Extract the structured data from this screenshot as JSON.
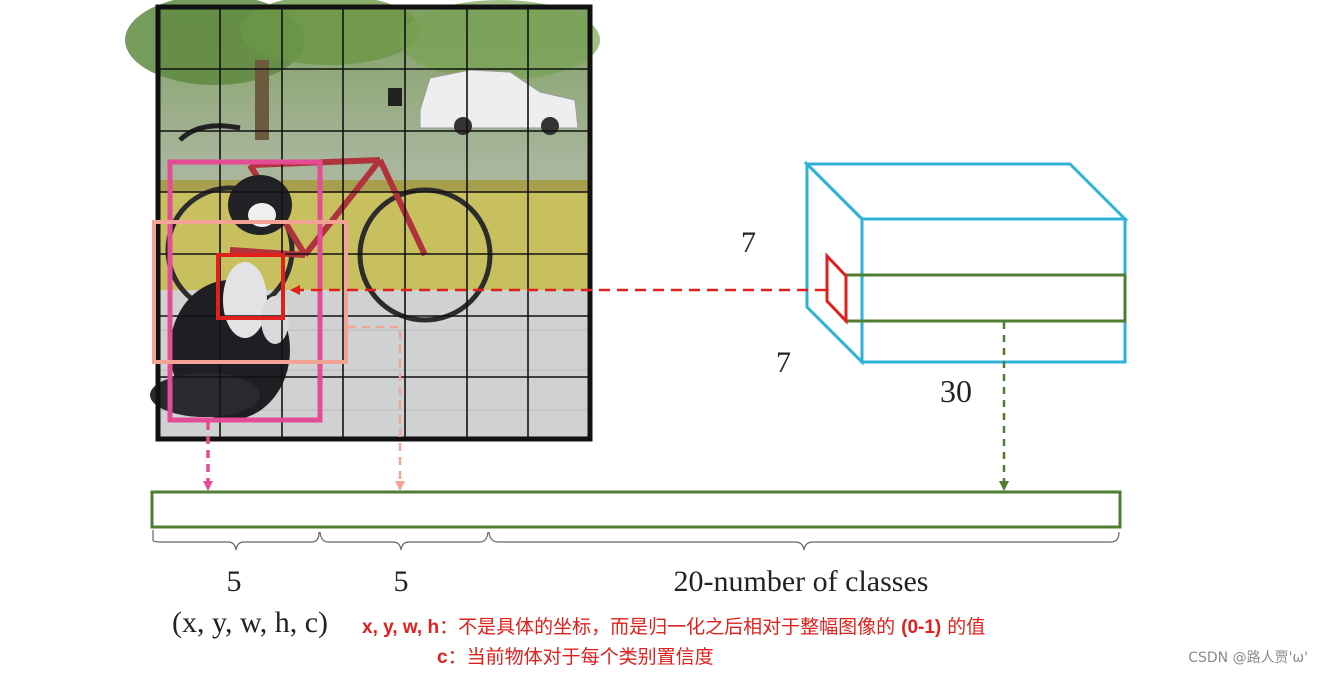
{
  "cube": {
    "height_label": "7",
    "depth_label": "7",
    "width_label": "30"
  },
  "vector": {
    "segment_1_count": "5",
    "segment_2_count": "5",
    "classes_label": "20-number of classes",
    "box_params": "(x, y, w, h, c)"
  },
  "notes": {
    "xywh_key": "x, y, w, h",
    "xywh_colon": "：",
    "xywh_text_a": "不是具体的坐标，而是归一化之后相对于整幅图像的 ",
    "xywh_range": "(0-1)",
    "xywh_text_b": " 的值",
    "c_key": "c",
    "c_colon": "：",
    "c_text": "当前物体对于每个类别置信度"
  },
  "watermark": "CSDN @路人贾'ω'",
  "colors": {
    "grid": "#111111",
    "cube": "#2fb2d8",
    "vector": "#4f7d32",
    "cell": "#e0201c",
    "box_pink": "#e54c96",
    "box_salmon": "#f2a396",
    "note_red": "#e0201c"
  }
}
